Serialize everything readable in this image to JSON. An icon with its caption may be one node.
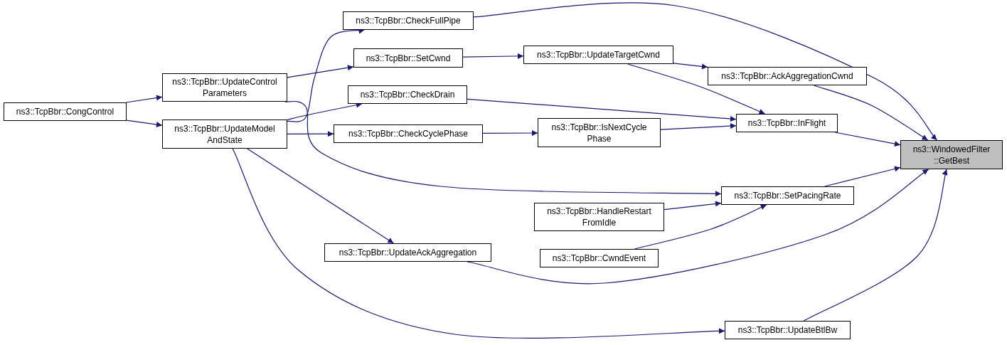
{
  "diagram": {
    "nodes": [
      {
        "text": [
          "ns3::TcpBbr::CongControl"
        ]
      },
      {
        "text": [
          "ns3::TcpBbr::UpdateControl Parameters"
        ]
      },
      {
        "text": [
          "ns3::TcpBbr::UpdateModel AndState"
        ]
      },
      {
        "text": [
          "ns3::TcpBbr::CheckFullPipe"
        ]
      },
      {
        "text": [
          "ns3::TcpBbr::SetCwnd"
        ]
      },
      {
        "text": [
          "ns3::TcpBbr::CheckDrain"
        ]
      },
      {
        "text": [
          "ns3::TcpBbr::CheckCyclePhase"
        ]
      },
      {
        "text": [
          "ns3::TcpBbr::UpdateTargetCwnd"
        ]
      },
      {
        "text": [
          "ns3::TcpBbr::AckAggregationCwnd"
        ]
      },
      {
        "text": [
          "ns3::TcpBbr::IsNextCycle Phase"
        ]
      },
      {
        "text": [
          "ns3::TcpBbr::InFlight"
        ]
      },
      {
        "text": [
          "ns3::TcpBbr::SetPacingRate"
        ]
      },
      {
        "text": [
          "ns3::TcpBbr::HandleRestart FromIdle"
        ]
      },
      {
        "text": [
          "ns3::TcpBbr::CwndEvent"
        ]
      },
      {
        "text": [
          "ns3::TcpBbr::UpdateAckAggregation"
        ]
      },
      {
        "text": [
          "ns3::TcpBbr::UpdateBtlBw"
        ]
      },
      {
        "text": [
          "ns3::WindowedFilter ::GetBest"
        ]
      }
    ],
    "edges": [
      {
        "from": 0,
        "to": 1,
        "arrow": "to"
      },
      {
        "from": 0,
        "to": 2,
        "arrow": "to"
      },
      {
        "from": 1,
        "to": 4,
        "arrow": "to"
      },
      {
        "from": 1,
        "to": 11,
        "arrow": "to"
      },
      {
        "from": 2,
        "to": 3,
        "arrow": "to"
      },
      {
        "from": 2,
        "to": 5,
        "arrow": "to"
      },
      {
        "from": 2,
        "to": 6,
        "arrow": "to"
      },
      {
        "from": 2,
        "to": 14,
        "arrow": "to"
      },
      {
        "from": 2,
        "to": 15,
        "arrow": "to"
      },
      {
        "from": 3,
        "to": 16,
        "arrow": "to"
      },
      {
        "from": 4,
        "to": 7,
        "arrow": "to"
      },
      {
        "from": 7,
        "to": 8,
        "arrow": "to"
      },
      {
        "from": 7,
        "to": 10,
        "arrow": "to"
      },
      {
        "from": 5,
        "to": 10,
        "arrow": "to"
      },
      {
        "from": 6,
        "to": 9,
        "arrow": "to"
      },
      {
        "from": 9,
        "to": 10,
        "arrow": "to"
      },
      {
        "from": 8,
        "to": 16,
        "arrow": "to"
      },
      {
        "from": 10,
        "to": 16,
        "arrow": "to"
      },
      {
        "from": 11,
        "to": 16,
        "arrow": "to"
      },
      {
        "from": 12,
        "to": 11,
        "arrow": "to"
      },
      {
        "from": 13,
        "to": 11,
        "arrow": "to"
      },
      {
        "from": 14,
        "to": 16,
        "arrow": "to"
      },
      {
        "from": 15,
        "to": 16,
        "arrow": "to"
      }
    ]
  }
}
